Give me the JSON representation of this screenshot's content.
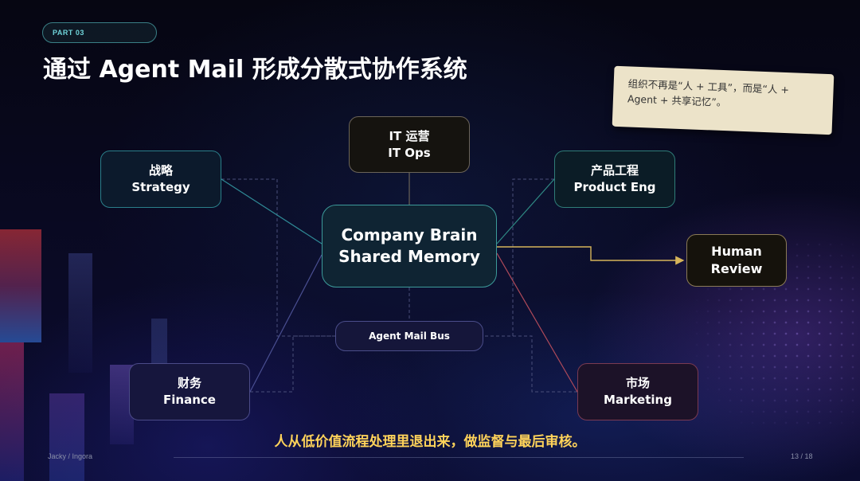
{
  "slide": {
    "part_tag": "PART 03",
    "title": "通过 Agent Mail 形成分散式协作系统",
    "note": "组织不再是“人 + 工具”，而是“人 + Agent + 共享记忆”。",
    "caption": "人从低价值流程处理里退出来，做监督与最后审核。",
    "footer_left": "Jacky / Ingora",
    "footer_right": "13 / 18"
  },
  "nodes": {
    "it_ops": {
      "zh": "IT 运营",
      "en": "IT Ops"
    },
    "strategy": {
      "zh": "战略",
      "en": "Strategy"
    },
    "product_eng": {
      "zh": "产品工程",
      "en": "Product Eng"
    },
    "company_brain": {
      "line1": "Company Brain",
      "line2": "Shared Memory"
    },
    "human_review": {
      "line1": "Human",
      "line2": "Review"
    },
    "agent_mail_bus": {
      "label": "Agent Mail Bus"
    },
    "finance": {
      "zh": "财务",
      "en": "Finance"
    },
    "marketing": {
      "zh": "市场",
      "en": "Marketing"
    }
  },
  "colors": {
    "accent_teal": "#6fd3d9",
    "caption_yellow": "#ffd35a",
    "human_review_arrow": "#d6b45a",
    "marketing_link": "#b04a5a"
  }
}
